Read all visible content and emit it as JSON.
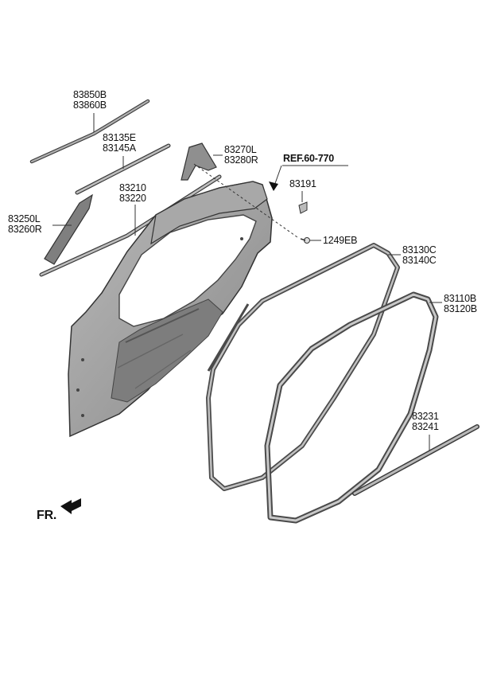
{
  "parts": {
    "upper_molding": [
      "83850B",
      "83860B"
    ],
    "belt_molding_outer": [
      "83135E",
      "83145A"
    ],
    "delta_garnish": [
      "83270L",
      "83280R"
    ],
    "reference": "REF.60-770",
    "plug": "83191",
    "door_frame_molding": [
      "83210",
      "83220"
    ],
    "pillar_garnish": [
      "83250L",
      "83260R"
    ],
    "bolt": "1249EB",
    "body_side_weatherstrip": [
      "83130C",
      "83140C"
    ],
    "door_weatherstrip": [
      "83110B",
      "83120B"
    ],
    "lower_weatherstrip": [
      "83231",
      "83241"
    ],
    "front_marker": "FR."
  },
  "colors": {
    "part_fill": "#9a9a9a",
    "part_stroke": "#3a3a3a",
    "leader": "#333333"
  },
  "icons": {
    "front_direction": "arrow-icon"
  }
}
